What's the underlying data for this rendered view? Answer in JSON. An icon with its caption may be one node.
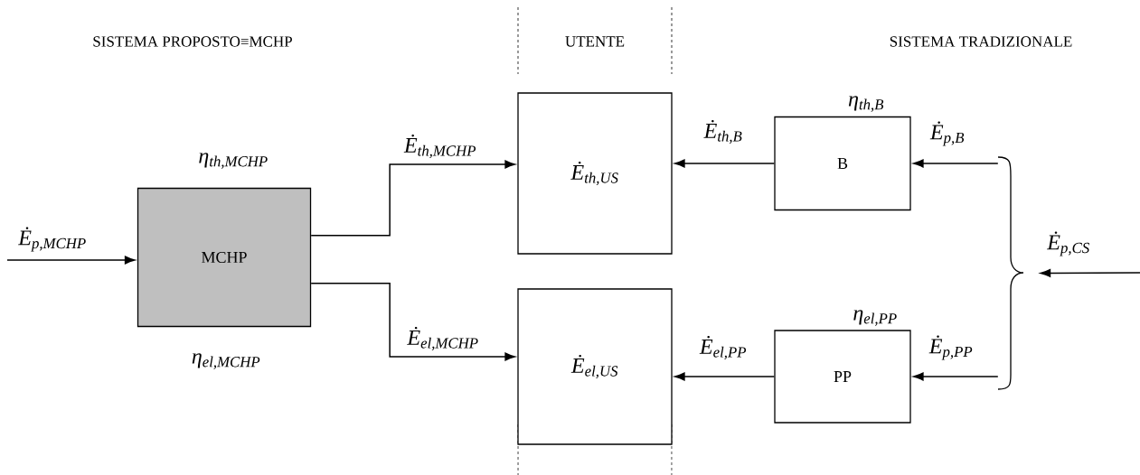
{
  "diagram": {
    "nodes": [
      {
        "text": [
          "MCHP"
        ],
        "beside": [
          "η$_{th,MCHP}$",
          "η$_{el,MCHP}$"
        ]
      },
      {
        "text": [
          "Ė$_{th,US}$"
        ]
      },
      {
        "text": [
          "Ė$_{el,US}$"
        ]
      },
      {
        "text": [
          "B"
        ],
        "beside": [
          "η$_{th,B}$"
        ]
      },
      {
        "text": [
          "PP"
        ],
        "beside": [
          "η$_{el,PP}$"
        ]
      },
      {
        "text": [],
        "shape": "brace"
      }
    ],
    "edges": [
      {
        "from": null,
        "to": 0,
        "arrow": "to",
        "label": "Ė$_{p,MCHP}$"
      },
      {
        "from": 0,
        "to": 1,
        "arrow": "to",
        "label": "Ė$_{th,MCHP}$"
      },
      {
        "from": 0,
        "to": 2,
        "arrow": "to",
        "label": "Ė$_{el,MCHP}$"
      },
      {
        "from": 3,
        "to": 1,
        "arrow": "to",
        "label": "Ė$_{th,B}$"
      },
      {
        "from": 4,
        "to": 2,
        "arrow": "to",
        "label": "Ė$_{el,PP}$"
      },
      {
        "from": 5,
        "to": 3,
        "arrow": "to",
        "label": "Ė$_{p,B}$"
      },
      {
        "from": 5,
        "to": 4,
        "arrow": "to",
        "label": "Ė$_{p,PP}$"
      },
      {
        "from": null,
        "to": 5,
        "arrow": "to",
        "label": "Ė$_{p,CS}$"
      }
    ],
    "labels": [
      "SISTEMA PROPOSTO≡MCHP",
      "UTENTE",
      "SISTEMA TRADIZIONALE"
    ]
  }
}
